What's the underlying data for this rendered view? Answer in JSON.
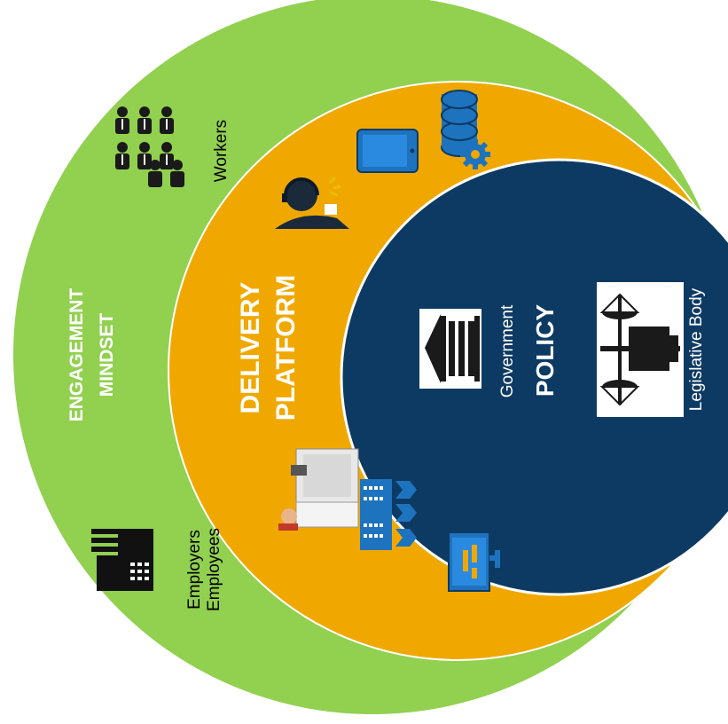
{
  "rings": {
    "outer": {
      "title_line1": "ENGAGEMENT",
      "title_line2": "MINDSET",
      "color": "#92d050"
    },
    "middle": {
      "title_line1": "DELIVERY",
      "title_line2": "PLATFORM",
      "color": "#f0a800"
    },
    "inner": {
      "title": "POLICY",
      "color": "#003a66"
    }
  },
  "labels": {
    "workers": "Workers",
    "employers": "Employers",
    "employees": "Employees",
    "government": "Government",
    "legislative": "Legislative Body"
  },
  "icons": {
    "outer": [
      "workers-group-icon",
      "employer-building-icon"
    ],
    "middle": [
      "database-gear-icon",
      "tablet-icon",
      "call-center-agent-icon",
      "office-worker-desk-icon",
      "factory-arrows-icon",
      "presentation-board-icon"
    ],
    "inner": [
      "government-building-icon",
      "scales-of-justice-icon"
    ]
  }
}
